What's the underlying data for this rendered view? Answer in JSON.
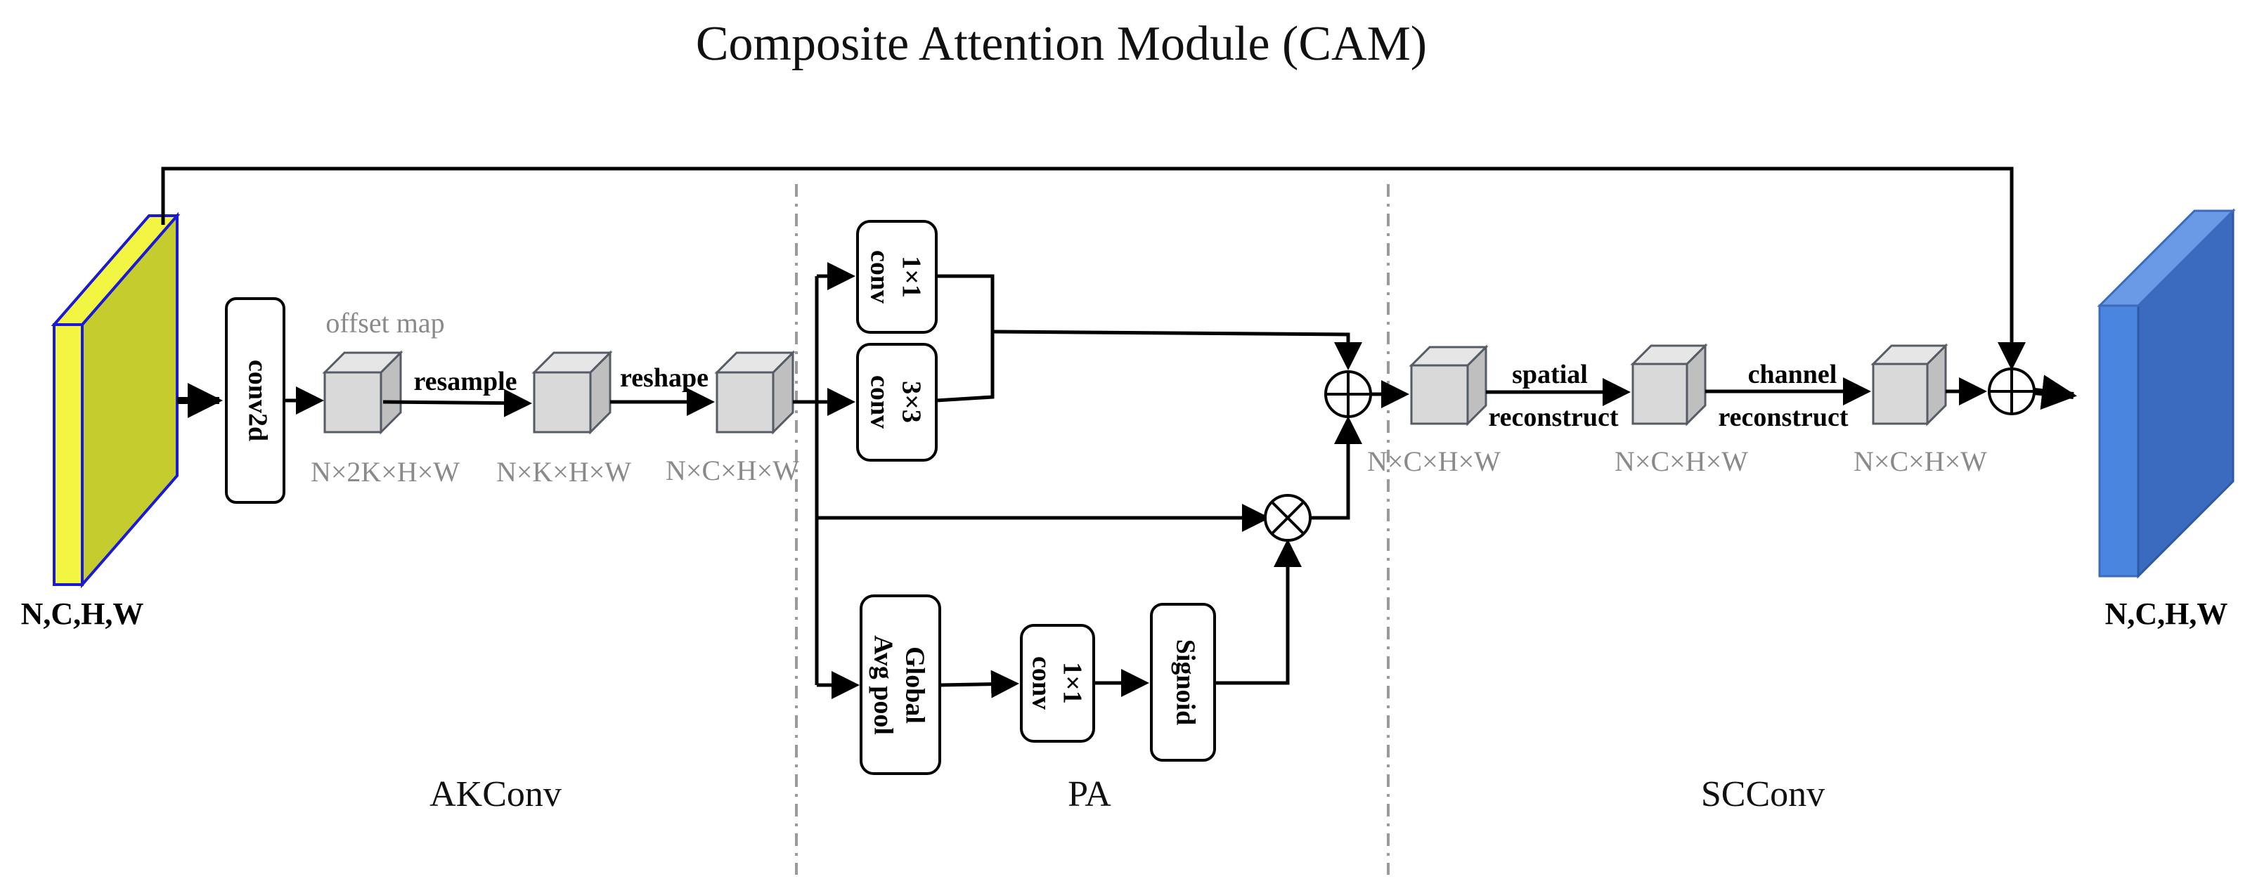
{
  "title": "Composite Attention Module (CAM)",
  "sections": {
    "akconv": "AKConv",
    "pa": "PA",
    "scconv": "SCConv"
  },
  "input_label": "N,C,H,W",
  "output_label": "N,C,H,W",
  "colors": {
    "input_front": "#f2f542",
    "input_side": "#c5cc2e",
    "input_edge": "#1a1ad6",
    "output_front": "#4a86e0",
    "output_side": "#3a6bbf",
    "output_top": "#6a9ae6",
    "cube_front": "#d9d9d9",
    "cube_side": "#bfbfbf",
    "cube_edge": "#555c66",
    "divider": "#9a9a9a"
  },
  "akconv": {
    "conv_label": "conv2d",
    "offset_label": "offset map",
    "resample_label": "resample",
    "reshape_label": "reshape",
    "shape1": "N×2K×H×W",
    "shape2": "N×K×H×W",
    "shape3": "N×C×H×W"
  },
  "pa": {
    "conv1_line1": "1×1",
    "conv1_line2": "conv",
    "conv3_line1": "3×3",
    "conv3_line2": "conv",
    "gap_line1": "Global",
    "gap_line2": "Avg pool",
    "conv1b_line1": "1×1",
    "conv1b_line2": "conv",
    "sigmoid": "Signoid"
  },
  "scconv": {
    "spatial_line1": "spatial",
    "spatial_line2": "reconstruct",
    "channel_line1": "channel",
    "channel_line2": "reconstruct",
    "shape1": "N×C×H×W",
    "shape2": "N×C×H×W",
    "shape3": "N×C×H×W"
  }
}
